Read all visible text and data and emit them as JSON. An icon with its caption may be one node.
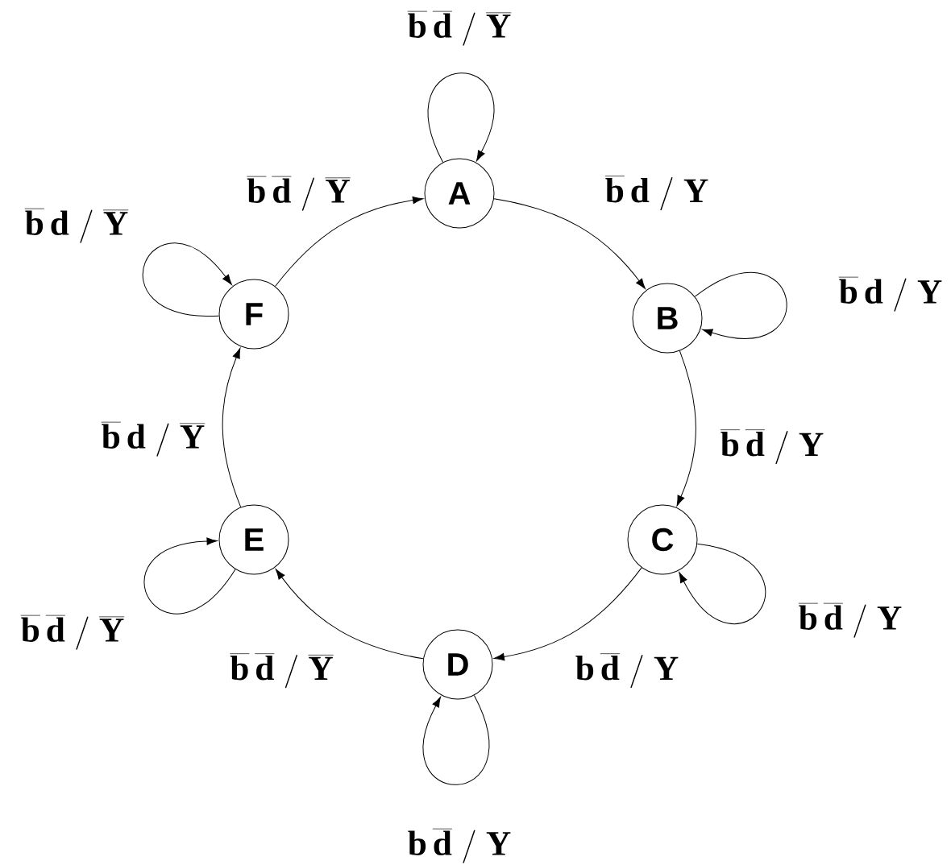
{
  "diagram": {
    "nodes": [
      {
        "text": [
          "A"
        ]
      },
      {
        "text": [
          "B"
        ]
      },
      {
        "text": [
          "C"
        ]
      },
      {
        "text": [
          "D"
        ]
      },
      {
        "text": [
          "E"
        ]
      },
      {
        "text": [
          "F"
        ]
      }
    ],
    "edges": [
      {
        "from": 0,
        "to": 0,
        "arrow": "to",
        "label": "\\overline{\\mathbf{b}}\\,\\overline{\\mathbf{d}}\\;/\\;\\overline{\\mathbf{Y}}"
      },
      {
        "from": 0,
        "to": 1,
        "arrow": "to",
        "label": "\\overline{\\mathbf{b}}\\,\\mathbf{d}\\;/\\;\\mathbf{Y}"
      },
      {
        "from": 1,
        "to": 1,
        "arrow": "to",
        "label": "\\overline{\\mathbf{b}}\\,\\mathbf{d}\\;/\\;\\mathbf{Y}"
      },
      {
        "from": 1,
        "to": 2,
        "arrow": "to",
        "label": "\\overline{\\mathbf{b}}\\,\\overline{\\mathbf{d}}\\;/\\;\\mathbf{Y}"
      },
      {
        "from": 2,
        "to": 2,
        "arrow": "to",
        "label": "\\overline{\\mathbf{b}}\\,\\overline{\\mathbf{d}}\\;/\\;\\mathbf{Y}"
      },
      {
        "from": 2,
        "to": 3,
        "arrow": "to",
        "label": "\\mathbf{b}\\,\\overline{\\mathbf{d}}\\;/\\;\\mathbf{Y}"
      },
      {
        "from": 3,
        "to": 3,
        "arrow": "to",
        "label": "\\mathbf{b}\\,\\overline{\\mathbf{d}}\\;/\\;\\mathbf{Y}"
      },
      {
        "from": 3,
        "to": 4,
        "arrow": "to",
        "label": "\\overline{\\mathbf{b}}\\,\\overline{\\mathbf{d}}\\;/\\;\\overline{\\mathbf{Y}}"
      },
      {
        "from": 4,
        "to": 4,
        "arrow": "to",
        "label": "\\overline{\\mathbf{b}}\\,\\overline{\\mathbf{d}}\\;/\\;\\overline{\\mathbf{Y}}"
      },
      {
        "from": 4,
        "to": 5,
        "arrow": "to",
        "label": "\\overline{\\mathbf{b}}\\,\\mathbf{d}\\;/\\;\\overline{\\mathbf{Y}}"
      },
      {
        "from": 5,
        "to": 5,
        "arrow": "to",
        "label": "\\overline{\\mathbf{b}}\\,\\mathbf{d}\\;/\\;\\overline{\\mathbf{Y}}"
      },
      {
        "from": 5,
        "to": 0,
        "arrow": "to",
        "label": "\\overline{\\mathbf{b}}\\,\\overline{\\mathbf{d}}\\;/\\;\\overline{\\mathbf{Y}}"
      }
    ]
  }
}
